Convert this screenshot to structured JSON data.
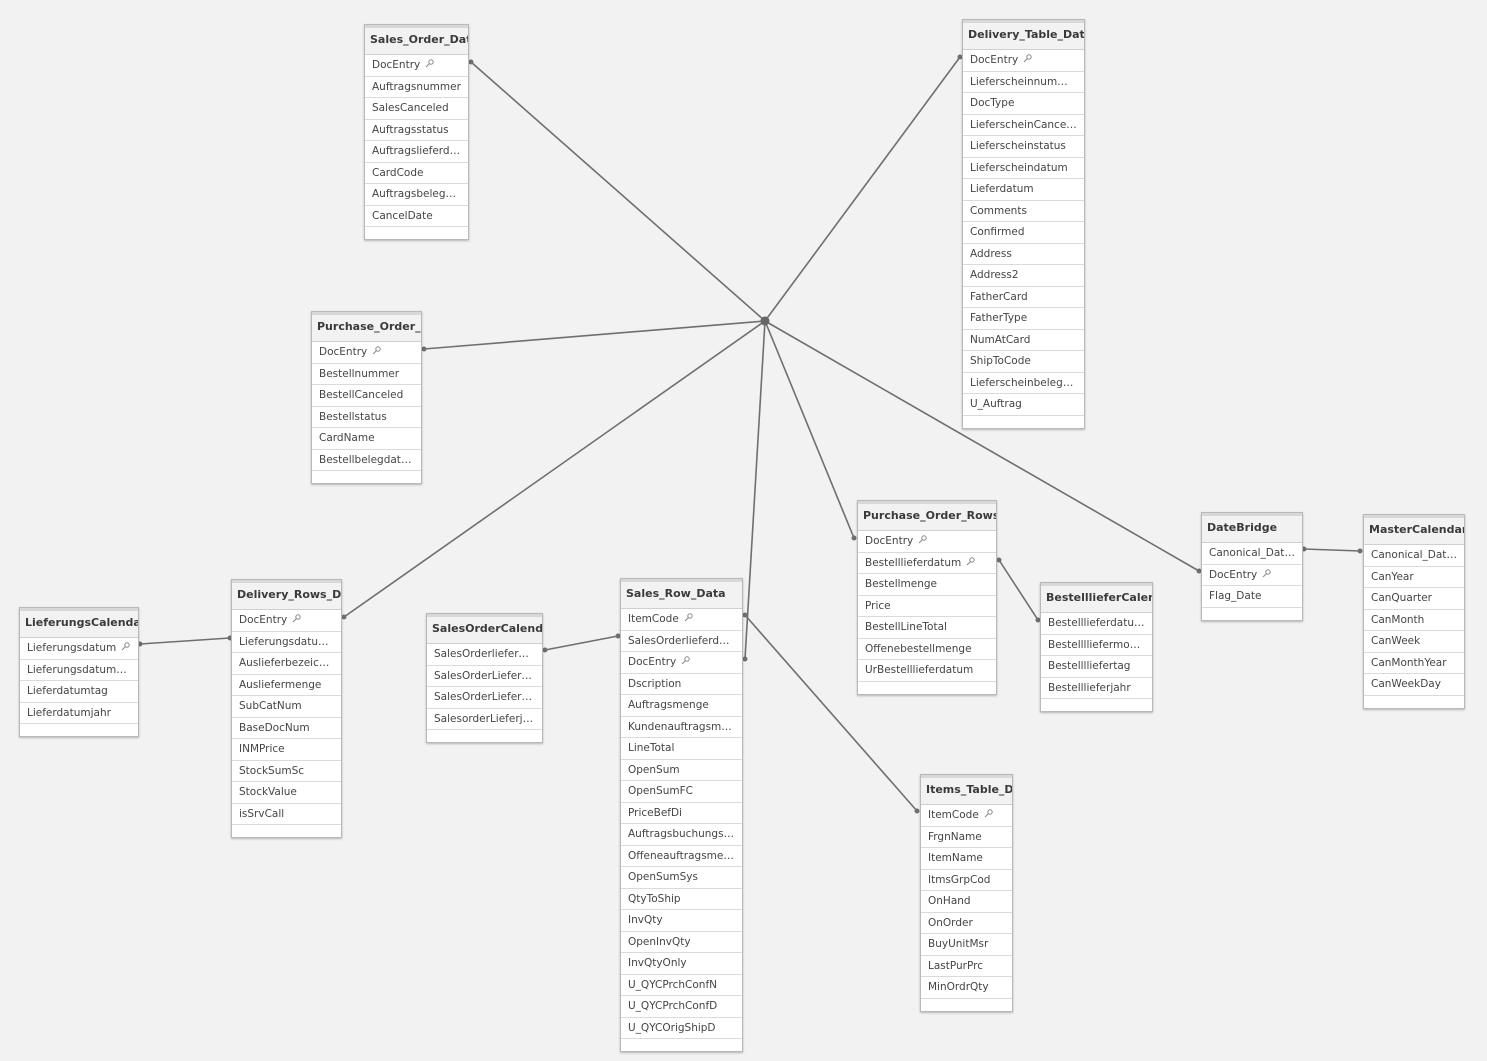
{
  "tables": {
    "sales_order_data": {
      "title": "Sales_Order_Data",
      "rows": [
        "DocEntry",
        "Auftragsnummer",
        "SalesCanceled",
        "Auftragsstatus",
        "Auftragslieferdatum",
        "CardCode",
        "Auftragsbelegdatum",
        "CancelDate"
      ]
    },
    "delivery_table_data": {
      "title": "Delivery_Table_Data",
      "rows": [
        "DocEntry",
        "Lieferscheinnummer",
        "DocType",
        "LieferscheinCanceled",
        "Lieferscheinstatus",
        "Lieferscheindatum",
        "Lieferdatum",
        "Comments",
        "Confirmed",
        "Address",
        "Address2",
        "FatherCard",
        "FatherType",
        "NumAtCard",
        "ShipToCode",
        "Lieferscheinbelegdatum",
        "U_Auftrag"
      ]
    },
    "purchase_order_data": {
      "title": "Purchase_Order_Data",
      "rows": [
        "DocEntry",
        "Bestellnummer",
        "BestellCanceled",
        "Bestellstatus",
        "CardName",
        "Bestellbelegdatum"
      ]
    },
    "purchase_order_rows_data": {
      "title": "Purchase_Order_Rows_Data",
      "rows": [
        "DocEntry",
        "Bestelllieferdatum",
        "Bestellmenge",
        "Price",
        "BestellLineTotal",
        "Offenebestellmenge",
        "UrBestelllieferdatum"
      ]
    },
    "bestelllieferCalendar": {
      "title": "BestelllieferCalendar",
      "rows": [
        "Bestelllieferdatum",
        "Bestelllliefermonat",
        "Bestelllliefertag",
        "Bestelllieferjahr"
      ]
    },
    "datebridge": {
      "title": "DateBridge",
      "rows": [
        "Canonical_Date",
        "DocEntry",
        "Flag_Date"
      ]
    },
    "mastercalendar": {
      "title": "MasterCalendar",
      "rows": [
        "Canonical_Date",
        "CanYear",
        "CanQuarter",
        "CanMonth",
        "CanWeek",
        "CanMonthYear",
        "CanWeekDay"
      ]
    },
    "lieferungscalendar": {
      "title": "LieferungsCalendar",
      "rows": [
        "Lieferungsdatum",
        "Lieferungsdatummonat",
        "Lieferdatumtag",
        "Lieferdatumjahr"
      ]
    },
    "delivery_rows_data": {
      "title": "Delivery_Rows_Data",
      "rows": [
        "DocEntry",
        "Lieferungsdatum",
        "Auslieferbezeichnung",
        "Ausliefermenge",
        "SubCatNum",
        "BaseDocNum",
        "INMPrice",
        "StockSumSc",
        "StockValue",
        "isSrvCall"
      ]
    },
    "salesordercalendar": {
      "title": "SalesOrderCalendar",
      "rows": [
        "SalesOrderlieferdatu...",
        "SalesOrderLiefermonat",
        "SalesOrderLiefertag",
        "SalesorderLieferjahr"
      ]
    },
    "sales_row_data": {
      "title": "Sales_Row_Data",
      "rows": [
        "ItemCode",
        "SalesOrderlieferdatu...",
        "DocEntry",
        "Dscription",
        "Auftragsmenge",
        "Kundenauftragsmenge",
        "LineTotal",
        "OpenSum",
        "OpenSumFC",
        "PriceBefDi",
        "Auftragsbuchungsdatum",
        "Offeneauftragsmenge",
        "OpenSumSys",
        "QtyToShip",
        "InvQty",
        "OpenInvQty",
        "InvQtyOnly",
        "U_QYCPrchConfN",
        "U_QYCPrchConfD",
        "U_QYCOrigShipD"
      ]
    },
    "items_table_data": {
      "title": "Items_Table_Data",
      "rows": [
        "ItemCode",
        "FrgnName",
        "ItemName",
        "ItmsGrpCod",
        "OnHand",
        "OnOrder",
        "BuyUnitMsr",
        "LastPurPrc",
        "MinOrdrQty"
      ]
    }
  },
  "key_icon": "key-icon",
  "colors": {
    "background": "#f2f2f2",
    "line": "#6f6f6f",
    "header": "#f2f2f2"
  }
}
